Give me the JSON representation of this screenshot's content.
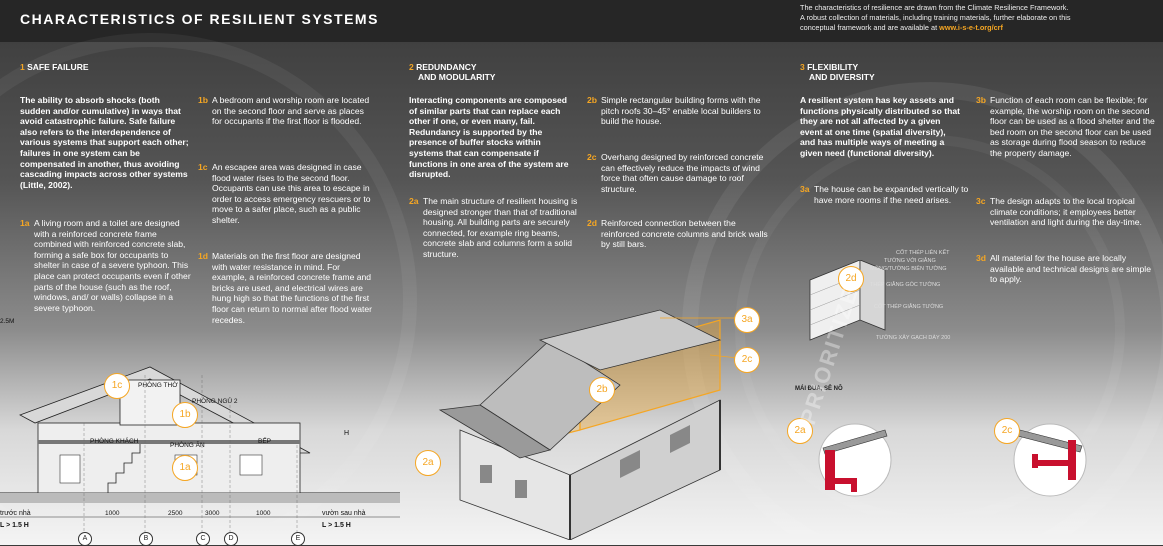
{
  "header": {
    "title": "CHARACTERISTICS OF RESILIENT SYSTEMS",
    "intro_line1": "The characteristics of resilience are drawn from the Climate Resilience Framework.",
    "intro_line2": "A robust collection of materials, including training materials, further elaborate on this",
    "intro_line3": "conceptual framework and are available at",
    "intro_link": "www.i-s-e-t.org/crf"
  },
  "sections": [
    {
      "number": "1",
      "title": "SAFE FAILURE",
      "lead": "The ability to absorb shocks (both sudden and/or cumulative) in ways that avoid catastrophic failure. Safe failure also refers to the interdependence of various systems that support each other; failures in one system can be compensated in another, thus avoiding cascading impacts across other systems (Little, 2002).",
      "items": [
        {
          "tag": "1a",
          "text": "A living room and a toilet are designed with a reinforced concrete frame combined with reinforced concrete slab, forming a safe box for occupants to shelter in case of a severe typhoon. This place can protect occupants even if other parts of the house (such as the roof, windows, and/ or walls) collapse in a severe typhoon."
        },
        {
          "tag": "1b",
          "text": "A bedroom and worship room are located on the second floor and serve as places for occupants if the first floor is flooded."
        },
        {
          "tag": "1c",
          "text": "An escapee area was designed in case flood water rises to the second floor. Occupants can use this area to escape in order to access emergency rescuers or to move to a safer place, such as a public shelter."
        },
        {
          "tag": "1d",
          "text": "Materials on the first floor are designed with water resistance in mind. For example, a reinforced concrete frame and bricks are used, and electrical wires are hung high so that the functions of the first floor can return to normal after flood water recedes."
        }
      ]
    },
    {
      "number": "2",
      "title": "REDUNDANCY",
      "title2": "AND MODULARITY",
      "lead": "Interacting components are composed of similar parts that can replace each other if one, or even many, fail. Redundancy is supported by the presence of buffer stocks within systems that can compensate if functions in one area of the system are disrupted.",
      "items": [
        {
          "tag": "2a",
          "text": "The main structure of resilient housing is designed stronger than that of traditional housing. All building parts are securely connected, for example ring beams, concrete slab and columns form a solid structure."
        },
        {
          "tag": "2b",
          "text": "Simple rectangular building forms with the pitch roofs 30–45° enable local builders to build the house."
        },
        {
          "tag": "2c",
          "text": "Overhang designed by reinforced concrete can effectively reduce the impacts of wind force that often cause damage to roof structure."
        },
        {
          "tag": "2d",
          "text": "Reinforced connection between the reinforced concrete columns and brick walls by still bars."
        }
      ]
    },
    {
      "number": "3",
      "title": "FLEXIBILITY",
      "title2": "AND DIVERSITY",
      "lead": "A resilient system has key assets and functions physically distributed so that they are not all affected by a given event at one time (spatial diversity), and has multiple ways of meeting a given need (functional diversity).",
      "items": [
        {
          "tag": "3a",
          "text": "The house can be expanded vertically to have more rooms if the need arises."
        },
        {
          "tag": "3b",
          "text": "Function of each room can be flexible; for example, the worship room on the second floor can be used as a flood shelter and the bed room on the second floor can be used as storage during flood season to reduce the property damage."
        },
        {
          "tag": "3c",
          "text": "The design adapts to the local tropical climate conditions; it employees better ventilation and light during the day-time."
        },
        {
          "tag": "3d",
          "text": "All material for the house are locally available and technical designs are simple to apply."
        }
      ]
    }
  ],
  "section_drawing": {
    "rooms": [
      "PHÒNG THỜ",
      "PHÒNG NGỦ 2",
      "PHÒNG KHÁCH",
      "PHÒNG ĂN",
      "BẾP"
    ],
    "badges": [
      "1c",
      "1b",
      "1a"
    ],
    "left_ground": "trước nhà",
    "left_level": "L > 1.5 H",
    "right_ground": "vườn sau nhà",
    "right_level": "L > 1.5 H",
    "height_label": "H",
    "left_dim": "2.5M",
    "axes": [
      "A",
      "B",
      "C",
      "D",
      "E"
    ],
    "dims": [
      "1000",
      "2500",
      "3000",
      "1000"
    ]
  },
  "iso_drawing": {
    "badges": [
      "3a",
      "2c",
      "2b",
      "2a"
    ]
  },
  "wall_detail": {
    "badge": "2d",
    "labels": [
      "CỐT THÉP LIÊN KẾT",
      "TƯỜNG VỚI GIẰNG",
      "MÓNG/TƯỜNG BIÊN TƯỜNG",
      "THÉP GIẰNG GÓC TƯỜNG",
      "CỐT THÉP GIẰNG TƯỜNG",
      "TƯỜNG XÂY GẠCH DÀY 200"
    ]
  },
  "eave_detail": {
    "title": "MÁI ĐUA, SÊ NÔ",
    "badges": [
      "2a",
      "2c"
    ],
    "watermark": "PRIORITIZE"
  }
}
